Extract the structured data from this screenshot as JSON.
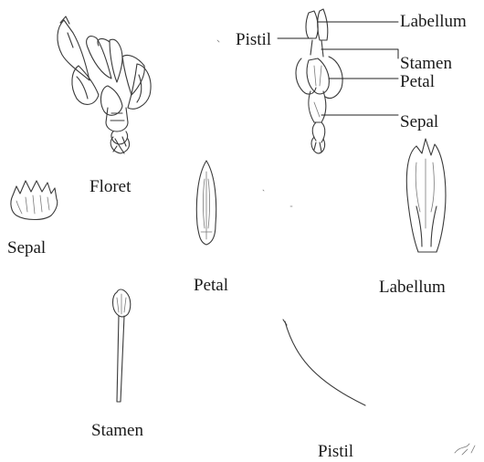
{
  "labels": {
    "floret": "Floret",
    "sepal": "Sepal",
    "petal": "Petal",
    "labellum": "Labellum",
    "stamen": "Stamen",
    "pistil": "Pistil"
  },
  "callouts": {
    "labellum": "Labellum",
    "pistil": "Pistil",
    "stamen": "Stamen",
    "petal": "Petal",
    "sepal": "Sepal"
  }
}
